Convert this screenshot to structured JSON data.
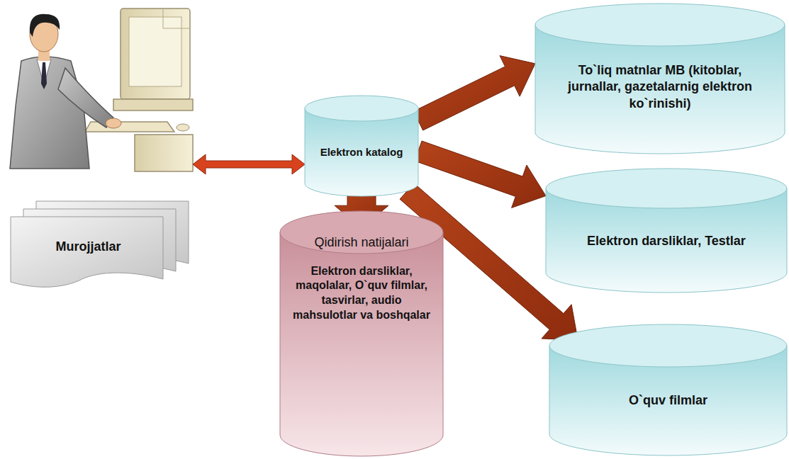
{
  "diagram": {
    "nodes": [
      {
        "text": [
          "Murojjatlar"
        ]
      },
      {
        "text": [
          "Elektron katalog"
        ]
      },
      {
        "text": [
          "To`liq matnlar MB (kitoblar, jurnallar, gazetalarnig elektron ko`rinishi)"
        ]
      },
      {
        "text": [
          "Elektron darsliklar, Testlar"
        ]
      },
      {
        "text": [
          "Qidirish natijalari",
          "Elektron darsliklar, maqolalar, O`quv filmlar, tasvirlar, audio mahsulotlar va boshqalar"
        ]
      },
      {
        "text": [
          "O`quv filmlar"
        ]
      }
    ],
    "edges": [
      {
        "from": 1,
        "to": 2,
        "arrow": "to"
      },
      {
        "from": 1,
        "to": 3,
        "arrow": "to"
      },
      {
        "from": 1,
        "to": 4,
        "arrow": "to"
      },
      {
        "from": 1,
        "to": 5,
        "arrow": "to"
      }
    ]
  }
}
